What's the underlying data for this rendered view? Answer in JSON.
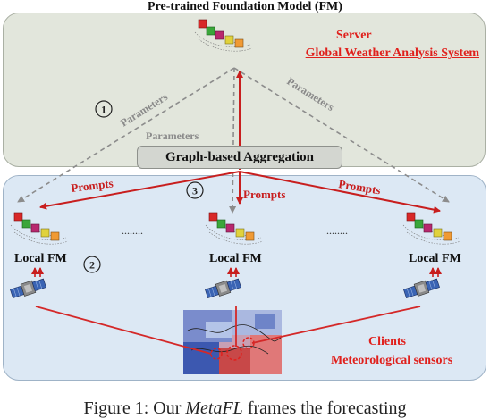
{
  "title": "Pre-trained Foundation Model (FM)",
  "server": {
    "label": "Server",
    "subtitle": "Global Weather Analysis System"
  },
  "aggregation_label": "Graph-based Aggregation",
  "edge_labels": {
    "parameters": "Parameters",
    "prompts": "Prompts"
  },
  "step_markers": [
    "1",
    "2",
    "3"
  ],
  "ellipsis": "........",
  "clients": {
    "local_label": "Local FM",
    "label": "Clients",
    "subtitle": "Meteorological sensors"
  },
  "caption": {
    "prefix": "Figure 1: Our ",
    "method": "MetaFL",
    "suffix": " frames the forecasting"
  },
  "colors": {
    "server_bg": "#e2e6dc",
    "client_bg": "#dce8f4",
    "prompt_red": "#c81e1e",
    "param_gray": "#8c8c8c",
    "accent_red": "#e0201c"
  },
  "icons": [
    "foundation-model-cubes-icon",
    "satellite-icon",
    "weather-map-image"
  ]
}
